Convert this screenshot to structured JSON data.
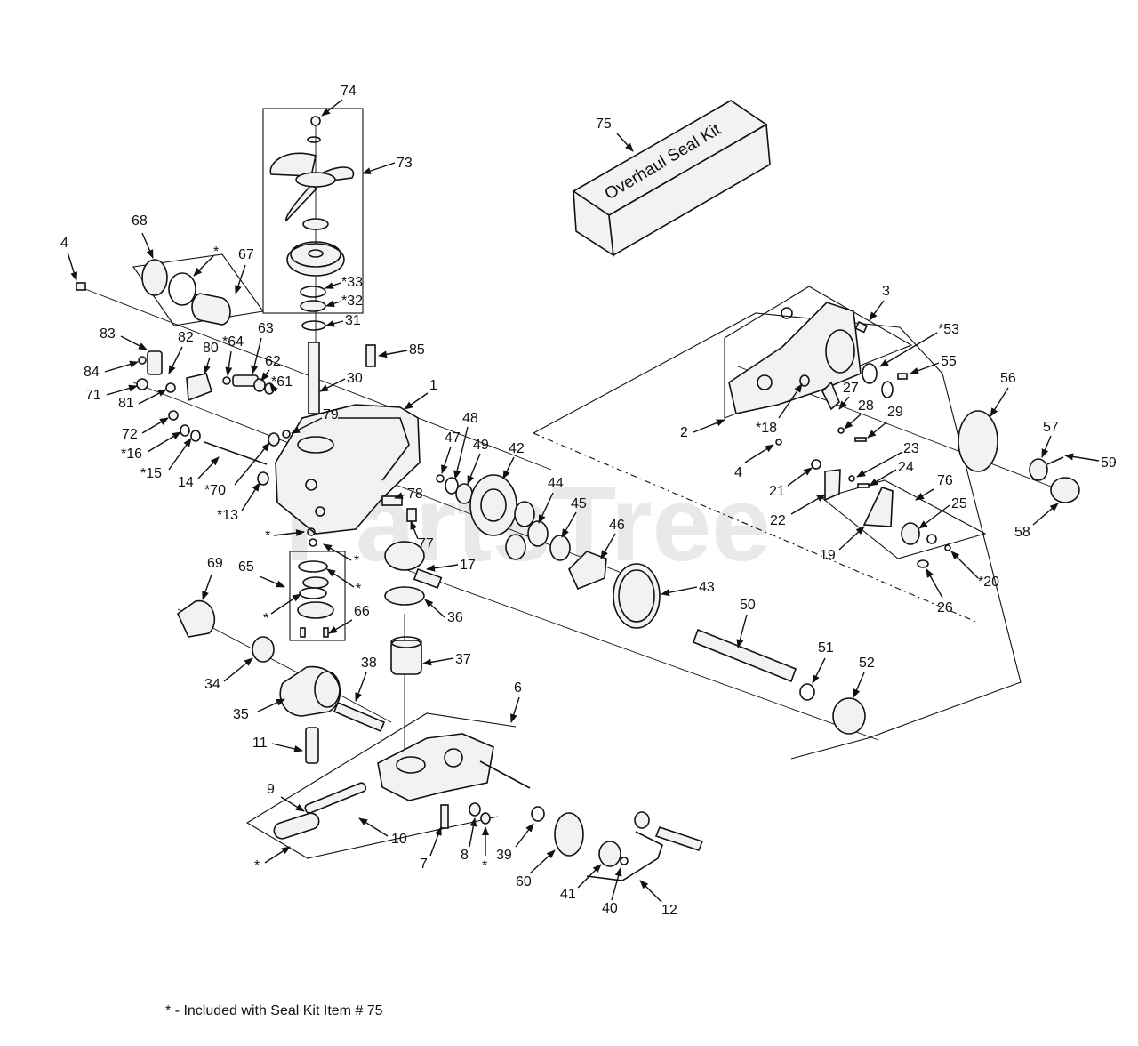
{
  "watermark": "PartsTree",
  "kit_label": "Overhaul Seal Kit",
  "footnote": "* - Included with Seal Kit Item # 75",
  "callouts": [
    {
      "id": "c74",
      "text": "74"
    },
    {
      "id": "c73",
      "text": "73"
    },
    {
      "id": "c75",
      "text": "75"
    },
    {
      "id": "c68",
      "text": "68"
    },
    {
      "id": "c67",
      "text": "67"
    },
    {
      "id": "c67s",
      "text": "*"
    },
    {
      "id": "c4a",
      "text": "4"
    },
    {
      "id": "c33",
      "text": "*33"
    },
    {
      "id": "c32",
      "text": "*32"
    },
    {
      "id": "c31",
      "text": "31"
    },
    {
      "id": "c83",
      "text": "83"
    },
    {
      "id": "c82",
      "text": "82"
    },
    {
      "id": "c64",
      "text": "*64"
    },
    {
      "id": "c63",
      "text": "63"
    },
    {
      "id": "c85",
      "text": "85"
    },
    {
      "id": "c84",
      "text": "84"
    },
    {
      "id": "c80",
      "text": "80"
    },
    {
      "id": "c62",
      "text": "62"
    },
    {
      "id": "c30",
      "text": "30"
    },
    {
      "id": "c71",
      "text": "71"
    },
    {
      "id": "c61",
      "text": "*61"
    },
    {
      "id": "c1",
      "text": "1"
    },
    {
      "id": "c81",
      "text": "81"
    },
    {
      "id": "c79",
      "text": "79"
    },
    {
      "id": "c72",
      "text": "72"
    },
    {
      "id": "c16",
      "text": "*16"
    },
    {
      "id": "c15",
      "text": "*15"
    },
    {
      "id": "c14",
      "text": "14"
    },
    {
      "id": "c70",
      "text": "*70"
    },
    {
      "id": "c13",
      "text": "*13"
    },
    {
      "id": "c48",
      "text": "48"
    },
    {
      "id": "c47",
      "text": "47"
    },
    {
      "id": "c49",
      "text": "49"
    },
    {
      "id": "c42",
      "text": "42"
    },
    {
      "id": "c3",
      "text": "3"
    },
    {
      "id": "c53",
      "text": "*53"
    },
    {
      "id": "c55",
      "text": "55"
    },
    {
      "id": "c56",
      "text": "56"
    },
    {
      "id": "c27",
      "text": "27"
    },
    {
      "id": "c28",
      "text": "28"
    },
    {
      "id": "c29",
      "text": "29"
    },
    {
      "id": "c2",
      "text": "2"
    },
    {
      "id": "c18",
      "text": "*18"
    },
    {
      "id": "c57",
      "text": "57"
    },
    {
      "id": "c23",
      "text": "23"
    },
    {
      "id": "c4b",
      "text": "4"
    },
    {
      "id": "c59",
      "text": "59"
    },
    {
      "id": "c24",
      "text": "24"
    },
    {
      "id": "c21",
      "text": "21"
    },
    {
      "id": "c76",
      "text": "76"
    },
    {
      "id": "c58",
      "text": "58"
    },
    {
      "id": "c22",
      "text": "22"
    },
    {
      "id": "c25",
      "text": "25"
    },
    {
      "id": "c19",
      "text": "19"
    },
    {
      "id": "c20",
      "text": "*20"
    },
    {
      "id": "c26",
      "text": "26"
    },
    {
      "id": "c78",
      "text": "78"
    },
    {
      "id": "c77",
      "text": "77"
    },
    {
      "id": "c44",
      "text": "44"
    },
    {
      "id": "c45",
      "text": "45"
    },
    {
      "id": "c46",
      "text": "46"
    },
    {
      "id": "c43",
      "text": "43"
    },
    {
      "id": "c17",
      "text": "17"
    },
    {
      "id": "c69",
      "text": "69"
    },
    {
      "id": "c65",
      "text": "65"
    },
    {
      "id": "cs1",
      "text": "*"
    },
    {
      "id": "cs2",
      "text": "*"
    },
    {
      "id": "cs3",
      "text": "*"
    },
    {
      "id": "cs4",
      "text": "*"
    },
    {
      "id": "c66",
      "text": "66"
    },
    {
      "id": "c36",
      "text": "36"
    },
    {
      "id": "c50",
      "text": "50"
    },
    {
      "id": "c37",
      "text": "37"
    },
    {
      "id": "c34",
      "text": "34"
    },
    {
      "id": "c38",
      "text": "38"
    },
    {
      "id": "c35",
      "text": "35"
    },
    {
      "id": "c51",
      "text": "51"
    },
    {
      "id": "c52",
      "text": "52"
    },
    {
      "id": "c6",
      "text": "6"
    },
    {
      "id": "c11",
      "text": "11"
    },
    {
      "id": "c9",
      "text": "9"
    },
    {
      "id": "c10",
      "text": "10"
    },
    {
      "id": "cs5",
      "text": "*"
    },
    {
      "id": "c7",
      "text": "7"
    },
    {
      "id": "c8",
      "text": "8"
    },
    {
      "id": "cs6",
      "text": "*"
    },
    {
      "id": "c39",
      "text": "39"
    },
    {
      "id": "c60",
      "text": "60"
    },
    {
      "id": "c41",
      "text": "41"
    },
    {
      "id": "c40",
      "text": "40"
    },
    {
      "id": "c12",
      "text": "12"
    }
  ]
}
